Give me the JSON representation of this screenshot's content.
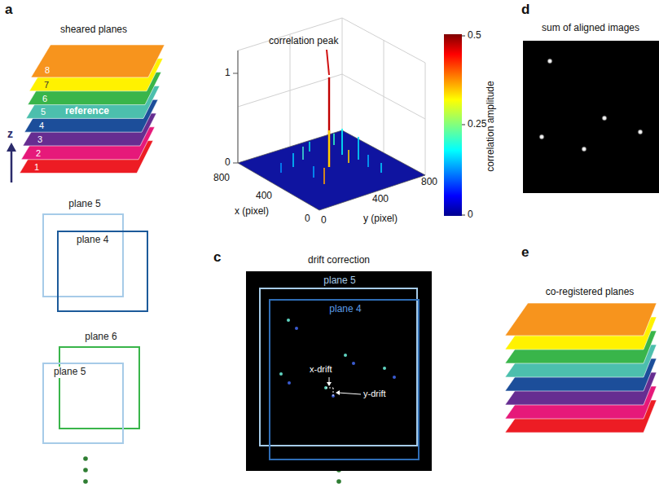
{
  "diagram": {
    "nodes": [
      {
        "text": [
          "plane 5"
        ]
      },
      {
        "text": [
          "plane 4"
        ]
      },
      {
        "text": [
          "plane 6"
        ]
      },
      {
        "text": [
          "plane 5"
        ]
      },
      {
        "text": [
          "drift correction"
        ]
      },
      {
        "text": [
          "plane 5"
        ],
        "in": 4
      },
      {
        "text": [
          "plane 4"
        ],
        "in": 4
      },
      {
        "text": [
          "sum of aligned images"
        ]
      }
    ],
    "labels": [
      "a",
      "sheared planes",
      "8",
      "7",
      "6",
      "5",
      "reference",
      "4",
      "3",
      "2",
      "1",
      "z",
      "correlation peak",
      "1",
      "0",
      "800",
      "400",
      "0",
      "x (pixel)",
      "0",
      "400",
      "800",
      "y (pixel)",
      "0.5",
      "0.25",
      "0",
      "correlation amplitude",
      "c",
      "x-drift",
      "y-drift",
      "d",
      "e",
      "co-registered planes"
    ]
  }
}
